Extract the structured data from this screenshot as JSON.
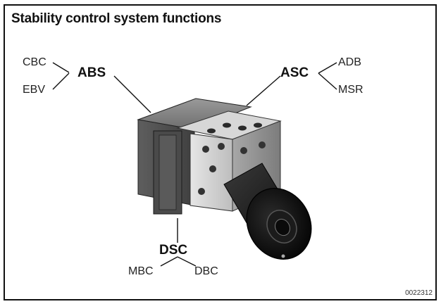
{
  "title": "Stability control system functions",
  "labels": {
    "abs": "ABS",
    "cbc": "CBC",
    "ebv": "EBV",
    "asc": "ASC",
    "adb": "ADB",
    "msr": "MSR",
    "dsc": "DSC",
    "mbc": "MBC",
    "dbc": "DBC"
  },
  "figure_code": "0022312"
}
